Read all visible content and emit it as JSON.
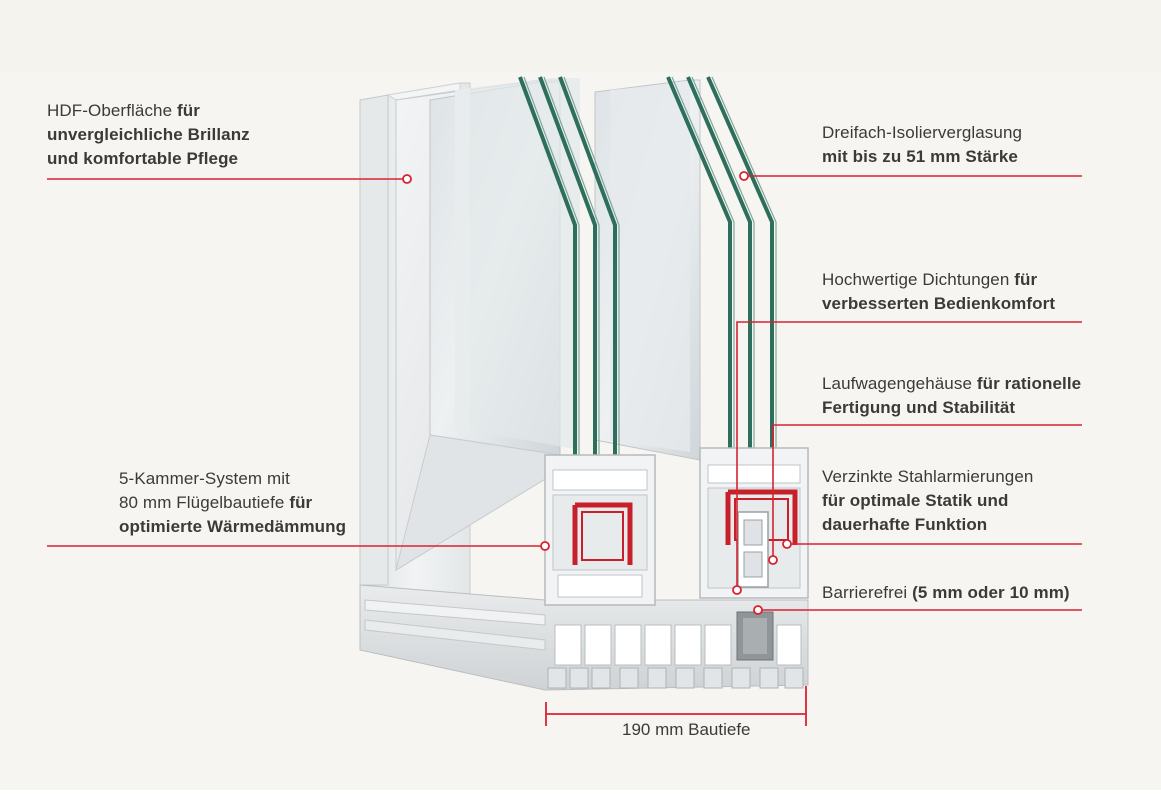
{
  "colors": {
    "background": "#f7f5f1",
    "leader_line": "#d72330",
    "profile_white": "#eceeef",
    "glass_edge": "#2e6e5c",
    "steel_reinforcement": "#c8202a",
    "text": "#3d3a36"
  },
  "callouts": {
    "hdf": {
      "line1_normal": "HDF-Oberfläche ",
      "line1_bold": "für",
      "line2_bold": "unvergleichliche Brillanz",
      "line3_bold": "und komfortable Pflege"
    },
    "kammer": {
      "line1_normal": "5-Kammer-System mit",
      "line2_normal": "80 mm Flügelbautiefe ",
      "line2_bold": "für",
      "line3_bold": "optimierte Wärmedämmung"
    },
    "verglasung": {
      "line1_normal": "Dreifach-Isolierverglasung",
      "line2_bold": "mit bis zu 51 mm Stärke"
    },
    "dichtungen": {
      "line1_normal": "Hochwertige Dichtungen ",
      "line1_bold": "für",
      "line2_bold": "verbesserten Bedienkomfort"
    },
    "laufwagen": {
      "line1_normal": "Laufwagengehäuse ",
      "line1_bold": "für rationelle",
      "line2_bold": "Fertigung und Stabilität"
    },
    "stahl": {
      "line1_normal": "Verzinkte Stahlarmierungen",
      "line2_bold": "für optimale Statik und",
      "line3_bold": "dauerhafte Funktion"
    },
    "barriere": {
      "line1_normal": "Barrierefrei ",
      "line1_bold": "(5 mm oder 10 mm)"
    }
  },
  "dimension": {
    "label": "190 mm Bautiefe"
  }
}
